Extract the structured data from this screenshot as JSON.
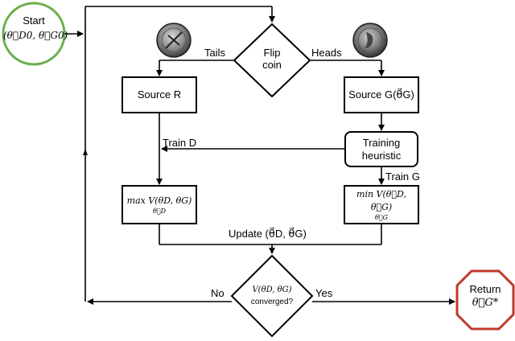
{
  "start": {
    "line1": "Start",
    "line2": "(θ⃗D0, θ⃗G0)"
  },
  "flip": {
    "line1": "Flip",
    "line2": "coin"
  },
  "branch": {
    "tails": "Tails",
    "heads": "Heads"
  },
  "source_r": "Source R",
  "source_g": "Source G(θ⃗G)",
  "heuristic": {
    "line1": "Training",
    "line2": "heuristic"
  },
  "train_d": "Train D",
  "train_g": "Train G",
  "max_box": "max V(θD, θG)",
  "max_sub": "θ⃗D",
  "min_box": "min V(θ⃗D, θ⃗G)",
  "min_sub": "θ⃗G",
  "update": "Update (θ⃗D, θ⃗G)",
  "converge": {
    "line1": "V(θD, θG)",
    "line2": "converged?"
  },
  "decision": {
    "no": "No",
    "yes": "Yes"
  },
  "return": {
    "line1": "Return",
    "line2": "θ⃗G*"
  },
  "colors": {
    "start_border": "#6ab04c",
    "return_border": "#c0392b",
    "line": "#000000"
  }
}
